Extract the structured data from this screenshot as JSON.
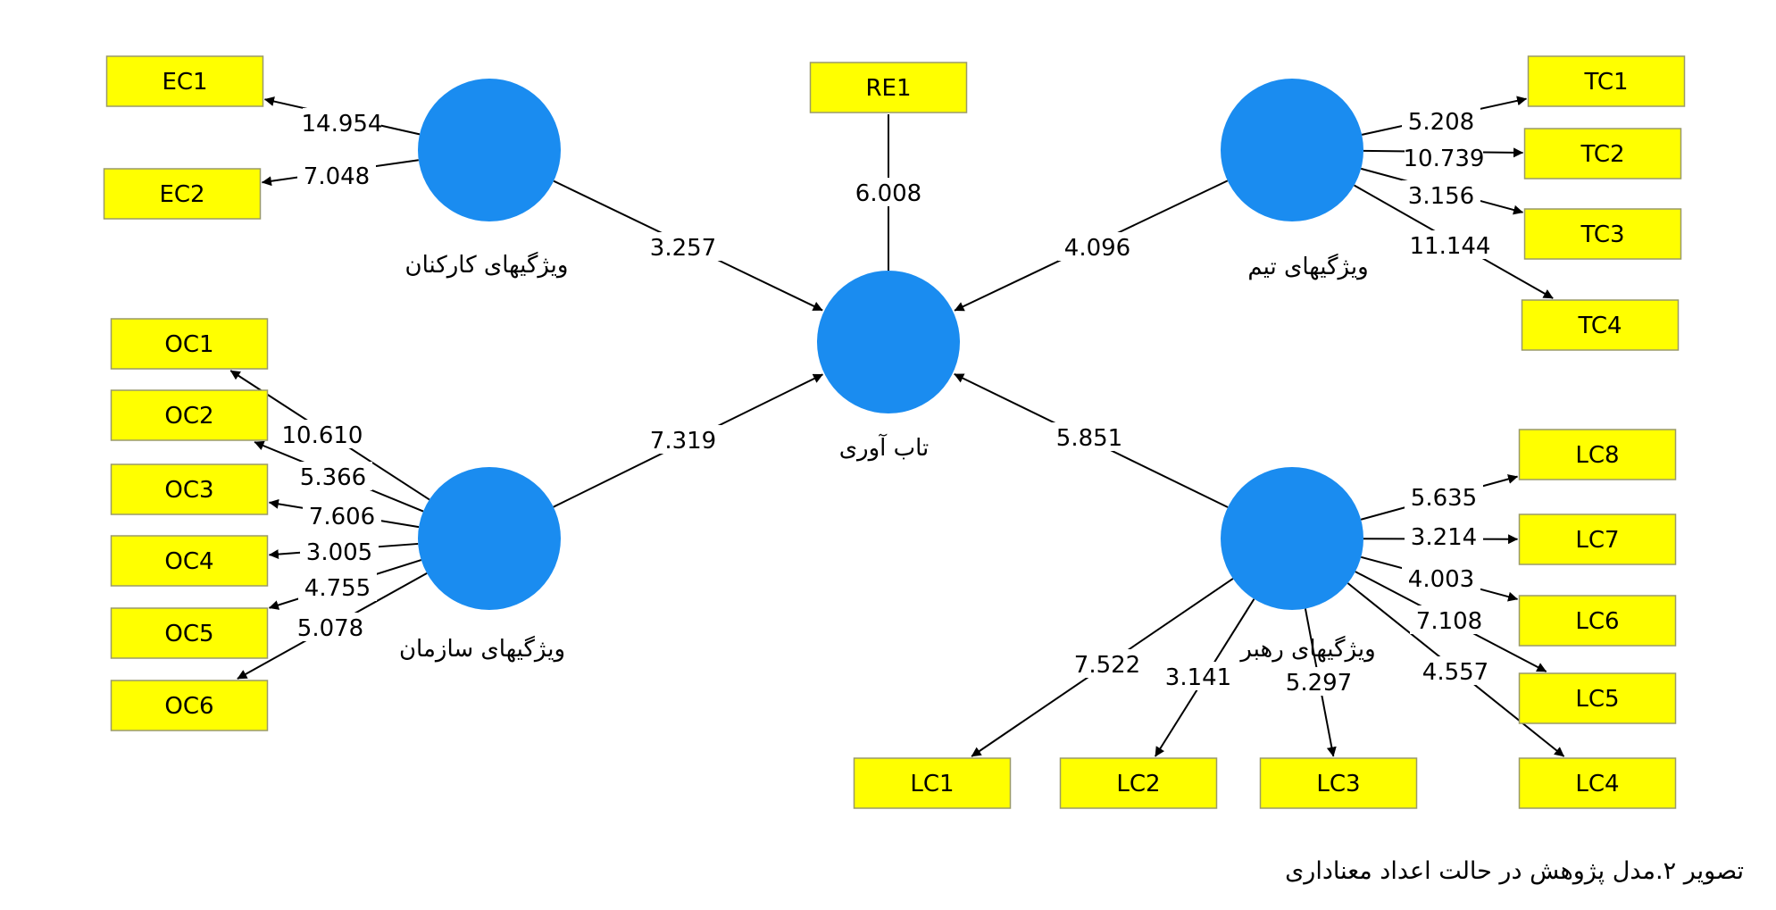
{
  "caption": "تصویر ۲.مدل پژوهش در حالت اعداد معناداری",
  "colors": {
    "construct_fill": "#1a8cf0",
    "indicator_fill": "#ffff00",
    "indicator_border": "#9a9a6a",
    "line": "#000000"
  },
  "constructs": [
    {
      "id": "RES",
      "label": "تاب آوری"
    },
    {
      "id": "EMP",
      "label": "ویژگیهای کارکنان"
    },
    {
      "id": "ORG",
      "label": "ویژگیهای سازمان"
    },
    {
      "id": "TEAM",
      "label": "ویژگیهای تیم"
    },
    {
      "id": "LEAD",
      "label": "ویژگیهای رهبر"
    }
  ],
  "indicators": [
    "EC1",
    "EC2",
    "OC1",
    "OC2",
    "OC3",
    "OC4",
    "OC5",
    "OC6",
    "RE1",
    "TC1",
    "TC2",
    "TC3",
    "TC4",
    "LC8",
    "LC7",
    "LC6",
    "LC5",
    "LC1",
    "LC2",
    "LC3",
    "LC4"
  ],
  "paths": [
    {
      "from": "EMP",
      "to": "RES",
      "value": "3.257"
    },
    {
      "from": "ORG",
      "to": "RES",
      "value": "7.319"
    },
    {
      "from": "TEAM",
      "to": "RES",
      "value": "4.096"
    },
    {
      "from": "LEAD",
      "to": "RES",
      "value": "5.851"
    },
    {
      "from": "RES",
      "to": "RE1",
      "value": "6.008"
    },
    {
      "from": "EMP",
      "to": "EC1",
      "value": "14.954"
    },
    {
      "from": "EMP",
      "to": "EC2",
      "value": "7.048"
    },
    {
      "from": "ORG",
      "to": "OC1",
      "value": "10.610"
    },
    {
      "from": "ORG",
      "to": "OC2",
      "value": "5.366"
    },
    {
      "from": "ORG",
      "to": "OC3",
      "value": "7.606"
    },
    {
      "from": "ORG",
      "to": "OC4",
      "value": "3.005"
    },
    {
      "from": "ORG",
      "to": "OC5",
      "value": "4.755"
    },
    {
      "from": "ORG",
      "to": "OC6",
      "value": "5.078"
    },
    {
      "from": "TEAM",
      "to": "TC1",
      "value": "5.208"
    },
    {
      "from": "TEAM",
      "to": "TC2",
      "value": "10.739"
    },
    {
      "from": "TEAM",
      "to": "TC3",
      "value": "3.156"
    },
    {
      "from": "TEAM",
      "to": "TC4",
      "value": "11.144"
    },
    {
      "from": "LEAD",
      "to": "LC8",
      "value": "5.635"
    },
    {
      "from": "LEAD",
      "to": "LC7",
      "value": "3.214"
    },
    {
      "from": "LEAD",
      "to": "LC6",
      "value": "4.003"
    },
    {
      "from": "LEAD",
      "to": "LC5",
      "value": "7.108"
    },
    {
      "from": "LEAD",
      "to": "LC4",
      "value": "4.557"
    },
    {
      "from": "LEAD",
      "to": "LC1",
      "value": "7.522"
    },
    {
      "from": "LEAD",
      "to": "LC2",
      "value": "3.141"
    },
    {
      "from": "LEAD",
      "to": "LC3",
      "value": "5.297"
    }
  ]
}
